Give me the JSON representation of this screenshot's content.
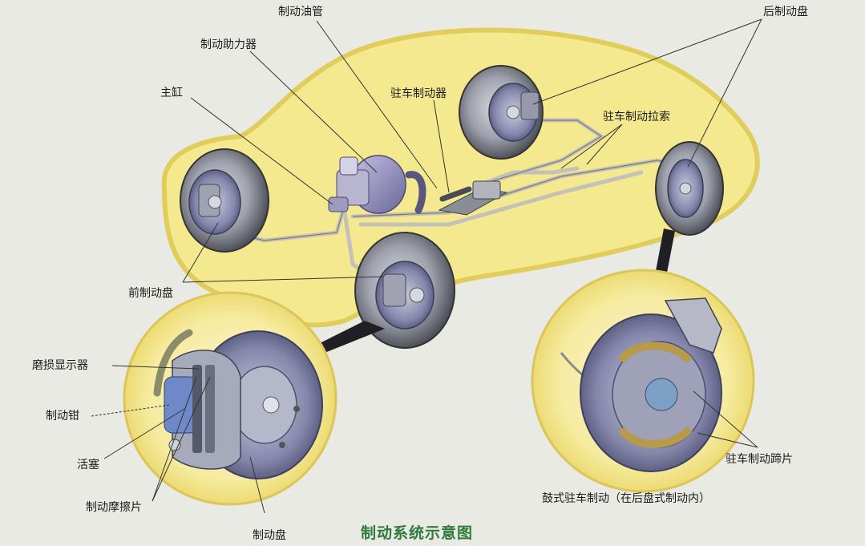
{
  "title": "制动系统示意图",
  "labels": {
    "brake_line": "制动油管",
    "brake_booster": "制动助力器",
    "master_cylinder": "主缸",
    "parking_brake": "驻车制动器",
    "parking_cable": "驻车制动拉索",
    "rear_disc": "后制动盘",
    "front_disc": "前制动盘",
    "wear_indicator": "磨损显示器",
    "caliper": "制动钳",
    "piston": "活塞",
    "brake_pads": "制动摩擦片",
    "disc": "制动盘",
    "parking_shoes": "驻车制动蹄片",
    "drum_parking": "鼓式驻车制动（在后盘式制动内）"
  },
  "colors": {
    "background": "#e9eae3",
    "car_body": "#f3e58a",
    "car_outline": "#d9c75a",
    "tire": "#4a4c54",
    "rotor": "#7b7fa6",
    "booster": "#8a86b8",
    "title": "#2f7a3a"
  }
}
